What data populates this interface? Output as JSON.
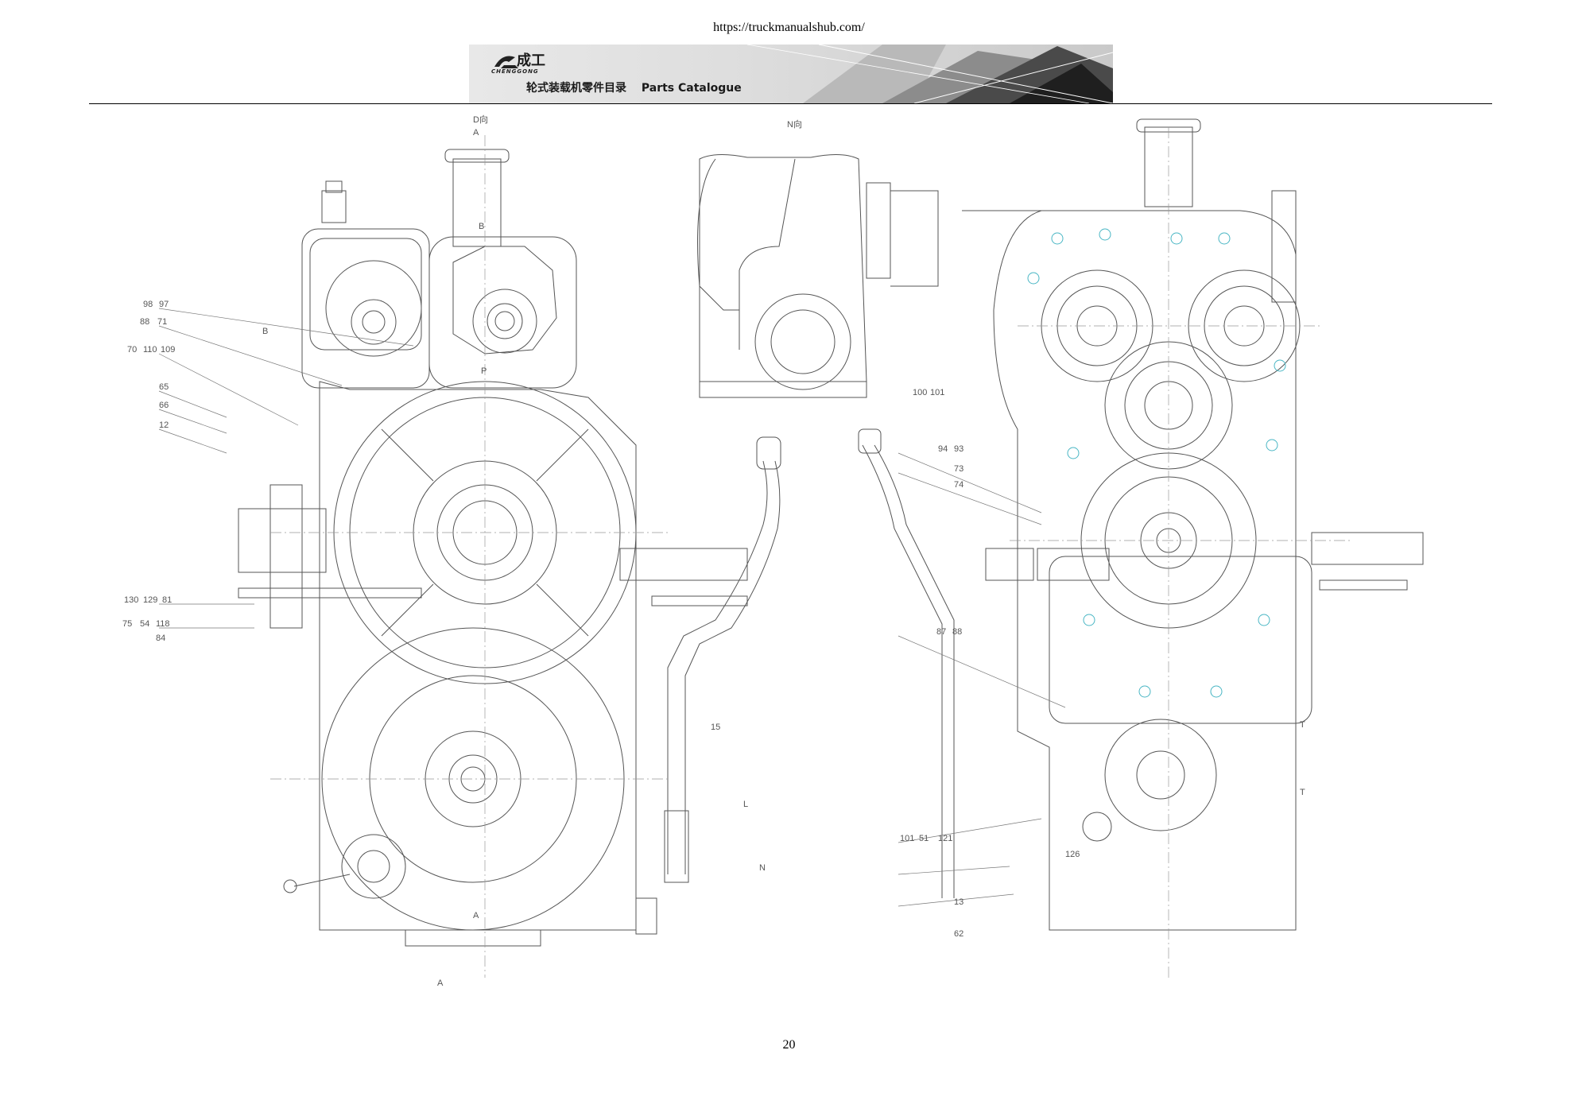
{
  "header": {
    "url": "https://truckmanualshub.com/",
    "brand_name": "成工",
    "brand_sub": "CHENGGONG",
    "catalogue_cn": "轮式装载机零件目录",
    "catalogue_en": "Parts Catalogue"
  },
  "drawing": {
    "section_labels": [
      "D向",
      "A",
      "B",
      "B",
      "P",
      "N向",
      "L",
      "N",
      "A",
      "A",
      "T",
      "T"
    ],
    "left_callouts": [
      "98",
      "97",
      "88",
      "71",
      "70",
      "110",
      "109",
      "65",
      "66",
      "12",
      "130",
      "129",
      "81",
      "75",
      "54",
      "118",
      "84"
    ],
    "top_callouts": [
      "100",
      "101"
    ],
    "pipe_callouts": [
      "15"
    ],
    "right_callouts": [
      "94",
      "93",
      "73",
      "74",
      "87",
      "88",
      "101",
      "51",
      "121",
      "126",
      "13",
      "62"
    ]
  },
  "footer": {
    "page_number": "20"
  }
}
